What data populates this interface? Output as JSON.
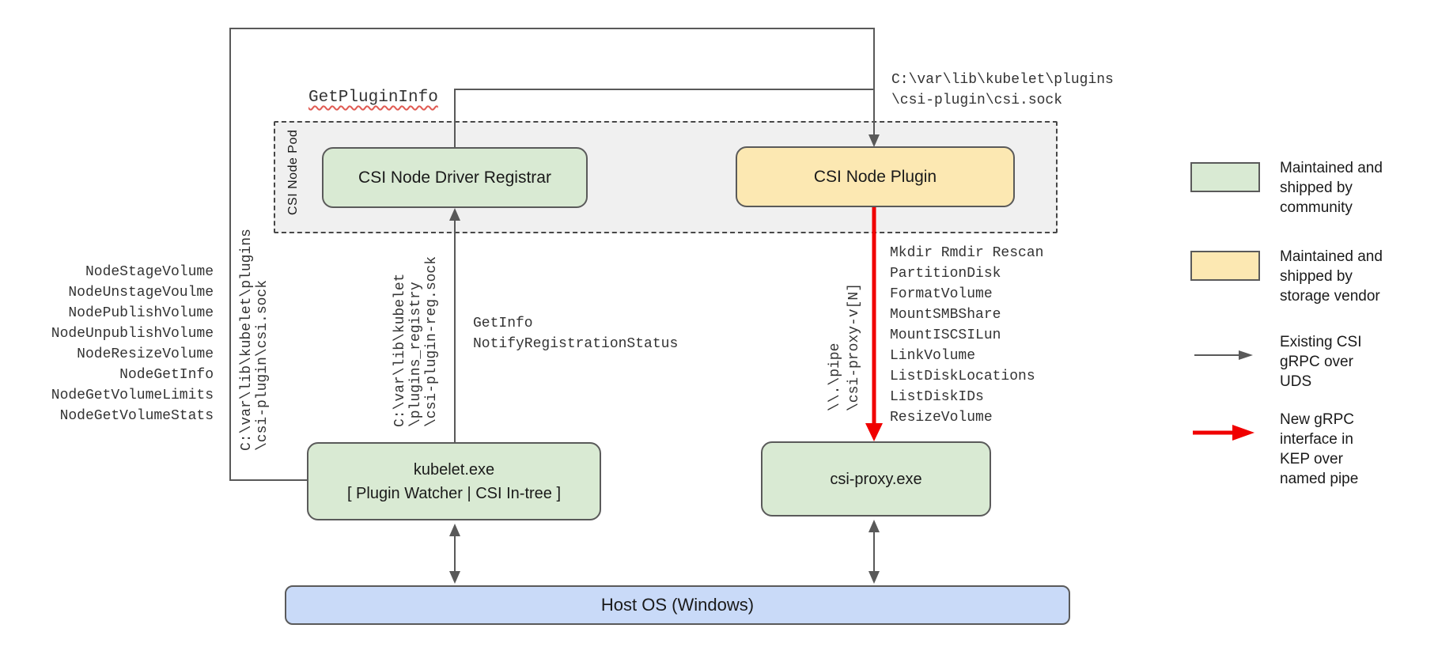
{
  "diagram": {
    "pod_label": "CSI Node Pod",
    "nodes": {
      "registrar": {
        "label": "CSI Node Driver Registrar"
      },
      "plugin": {
        "label": "CSI Node Plugin"
      },
      "kubelet": {
        "label": [
          "kubelet.exe",
          "[ Plugin Watcher | CSI In-tree ]"
        ]
      },
      "csi_proxy": {
        "label": "csi-proxy.exe"
      },
      "host_os": {
        "label": "Host OS (Windows)"
      }
    },
    "labels": {
      "get_plugin_info": "GetPluginInfo",
      "registration_calls": [
        "GetInfo",
        "NotifyRegistrationStatus"
      ],
      "plugin_sock_top": [
        "C:\\var\\lib\\kubelet\\plugins",
        "\\csi-plugin\\csi.sock"
      ],
      "plugin_sock_left": [
        "C:\\var\\lib\\kubelet\\plugins",
        "\\csi-plugin\\csi.sock"
      ],
      "registration_sock": [
        "C:\\var\\lib\\kubelet",
        "\\plugins_registry",
        "\\csi-plugin-reg.sock"
      ],
      "named_pipe": [
        "\\\\.\\pipe",
        "\\csi-proxy-v[N]"
      ]
    },
    "node_methods": [
      "NodeStageVolume",
      "NodeUnstageVoulme",
      "NodePublishVolume",
      "NodeUnpublishVolume",
      "NodeResizeVolume",
      "NodeGetInfo",
      "NodeGetVolumeLimits",
      "NodeGetVolumeStats"
    ],
    "proxy_methods": [
      "Mkdir Rmdir Rescan",
      "PartitionDisk",
      "FormatVolume",
      "MountSMBShare",
      "MountISCSILun",
      "LinkVolume",
      "ListDiskLocations",
      "ListDiskIDs",
      "ResizeVolume"
    ],
    "colors": {
      "community_green": "#d9ead3",
      "vendor_yellow": "#fce8b2",
      "host_blue": "#c9daf8",
      "line_gray": "#595959",
      "new_interface_red": "#f00000",
      "squiggle_red": "#e05a52",
      "pod_fill": "#f0f0f0"
    }
  },
  "legend": {
    "items": [
      {
        "type": "swatch",
        "color": "#d9ead3",
        "label": [
          "Maintained and",
          "shipped by",
          "community"
        ]
      },
      {
        "type": "swatch",
        "color": "#fce8b2",
        "label": [
          "Maintained and",
          "shipped by",
          "storage vendor"
        ]
      },
      {
        "type": "arrow",
        "color": "#595959",
        "label": [
          "Existing CSI",
          "gRPC over",
          "UDS"
        ]
      },
      {
        "type": "arrow",
        "color": "#f00000",
        "label": [
          "New gRPC",
          "interface in",
          "KEP over",
          "named pipe"
        ]
      }
    ]
  }
}
